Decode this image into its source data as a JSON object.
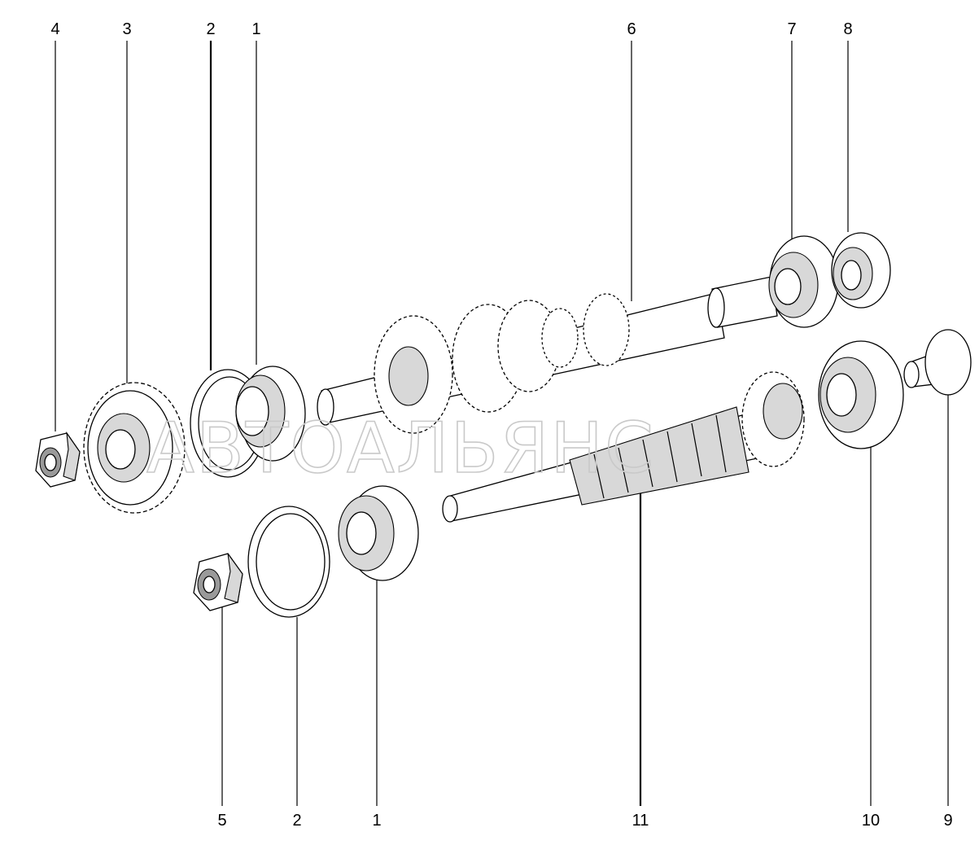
{
  "watermark": "АВТОАЛЬЯНС",
  "callouts_top": [
    "4",
    "3",
    "2",
    "1",
    "6",
    "7",
    "8"
  ],
  "callouts_bottom": [
    "5",
    "2",
    "1",
    "11",
    "10",
    "9"
  ]
}
